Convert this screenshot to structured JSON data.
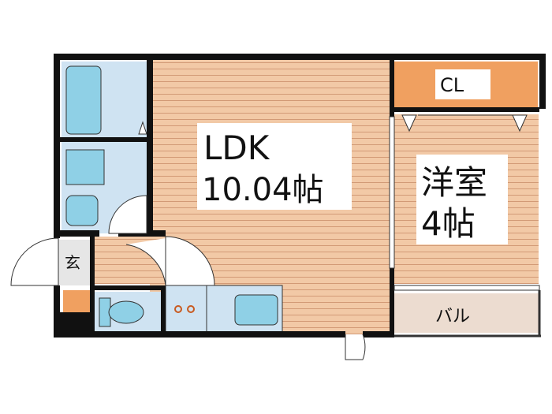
{
  "rooms": {
    "ldk": {
      "name": "LDK",
      "size": "10.04帖"
    },
    "western": {
      "name": "洋室",
      "size": "4帖"
    },
    "closet": {
      "name": "CL"
    },
    "balcony": {
      "name": "バル"
    },
    "entrance": {
      "name": "玄"
    }
  },
  "colors": {
    "wall": "#111111",
    "floor_wood": "#f2c9a6",
    "floor_lines": "#d29a76",
    "wet_area": "#cfe3f2",
    "fixture": "#8fd0e6",
    "closet": "#f0a060",
    "entrance_tile": "#f0a060",
    "balcony": "#ecdcd0",
    "genkan_floor": "#e6e6e6"
  }
}
